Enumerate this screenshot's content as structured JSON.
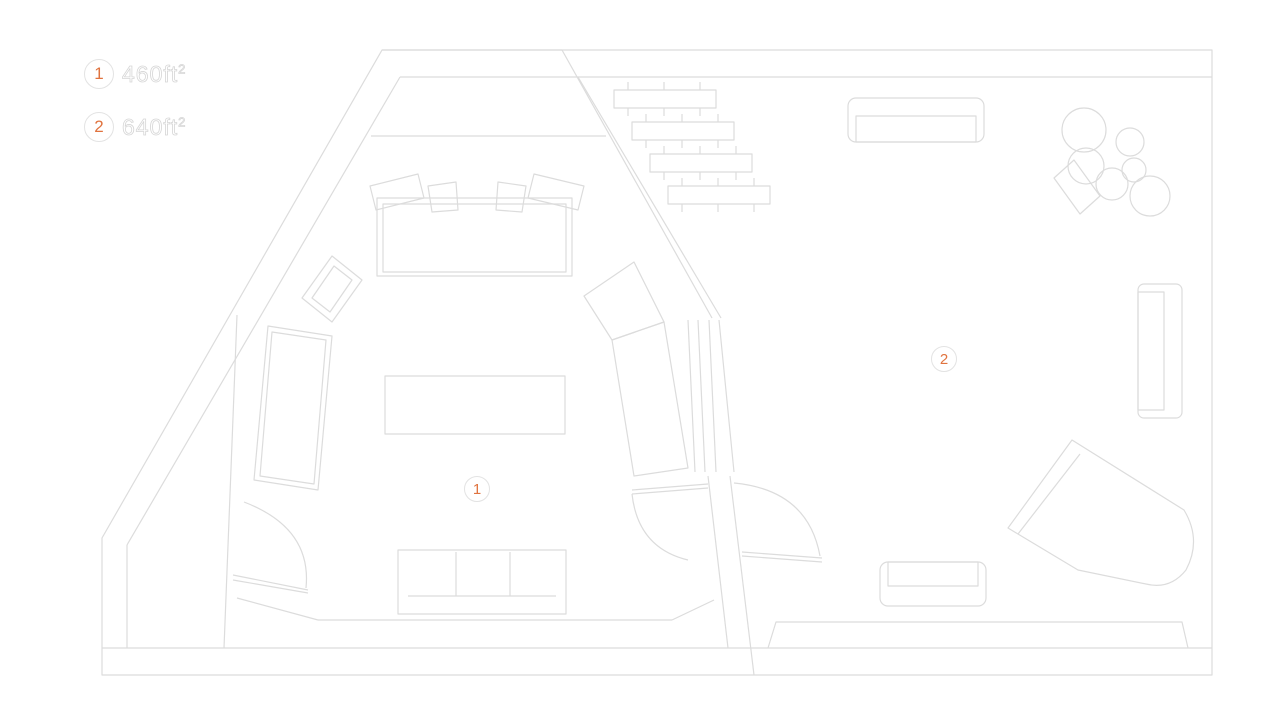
{
  "colors": {
    "accent": "#e0733f",
    "line": "#dcdcdc",
    "line_light": "#e8e8e8"
  },
  "legend": [
    {
      "number": "1",
      "area": "460",
      "unit": "ft",
      "exp": "2"
    },
    {
      "number": "2",
      "area": "640",
      "unit": "ft",
      "exp": "2"
    }
  ],
  "rooms": [
    {
      "number": "1"
    },
    {
      "number": "2"
    }
  ]
}
